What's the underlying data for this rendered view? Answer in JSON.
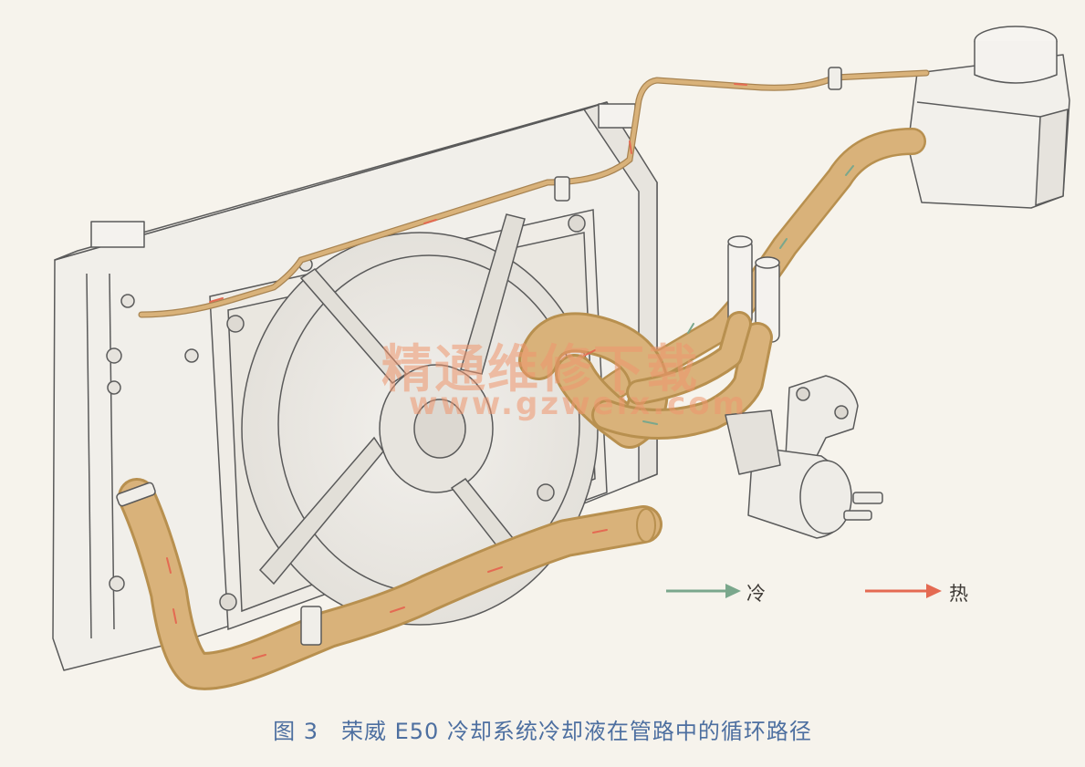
{
  "figure": {
    "caption": "图 3　荣威 E50 冷却系统冷却液在管路中的循环路径"
  },
  "legend": {
    "cold_label": "冷",
    "hot_label": "热",
    "cold_color": "#7aa78c",
    "hot_color": "#e46a52"
  },
  "watermark": {
    "site_name": "精通维修下载",
    "url": "www.gzweix.com"
  },
  "colors": {
    "hose": "#d9b27a",
    "hose_edge": "#b8904f",
    "line": "#555555"
  }
}
